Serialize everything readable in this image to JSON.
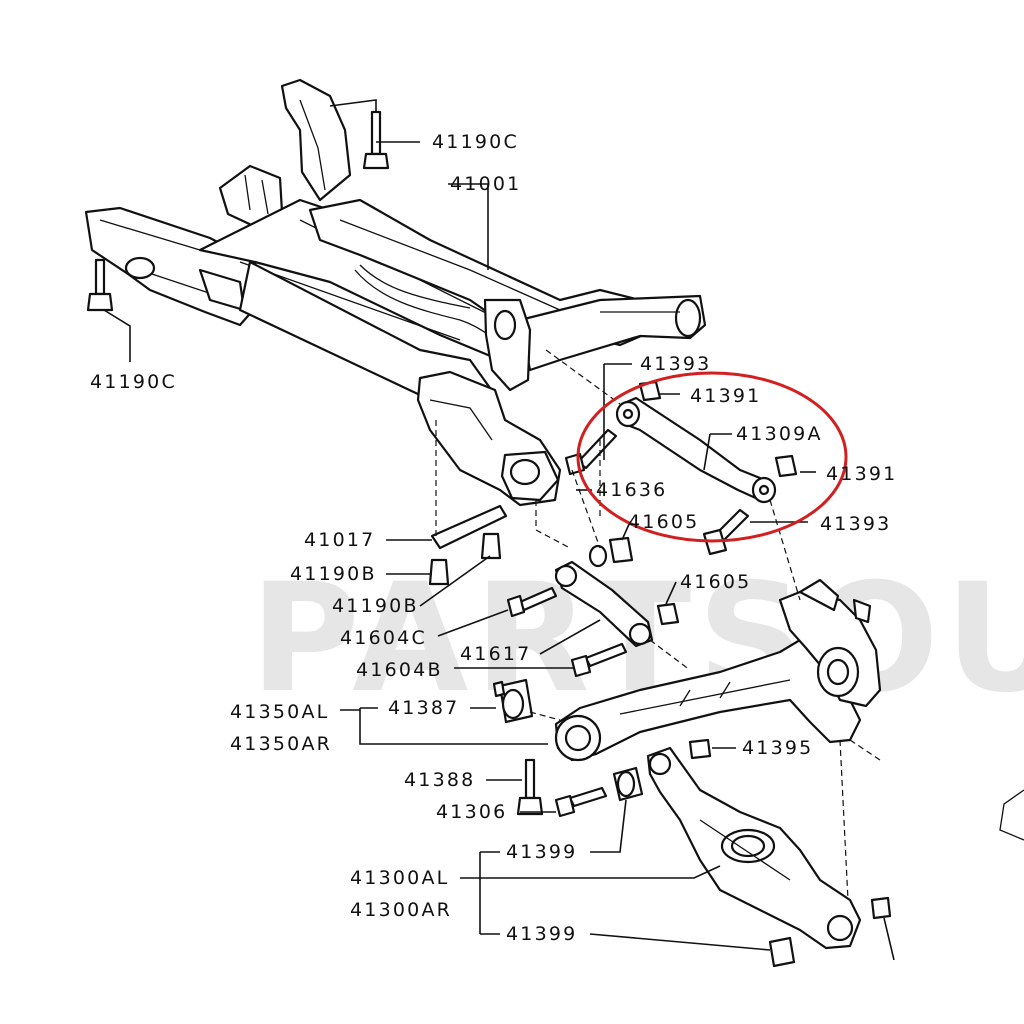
{
  "diagram": {
    "watermark": "PARTSOU",
    "highlight_color": "#d21f1f",
    "labels": {
      "p41190c_top": "41190C",
      "p41001": "41001",
      "p41190c_left": "41190C",
      "p41393_top": "41393",
      "p41391_top": "41391",
      "p41309a": "41309A",
      "p41391_right": "41391",
      "p41636": "41636",
      "p41605_top": "41605",
      "p41393_right": "41393",
      "p41017": "41017",
      "p41190b_1": "41190B",
      "p41190b_2": "41190B",
      "p41605_mid": "41605",
      "p41604c": "41604C",
      "p41617": "41617",
      "p41604b": "41604B",
      "p41350al": "41350AL",
      "p41350ar": "41350AR",
      "p41387": "41387",
      "p41395": "41395",
      "p41388": "41388",
      "p41306": "41306",
      "p41399_top": "41399",
      "p41300al": "41300AL",
      "p41300ar": "41300AR",
      "p41399_bottom": "41399"
    }
  }
}
